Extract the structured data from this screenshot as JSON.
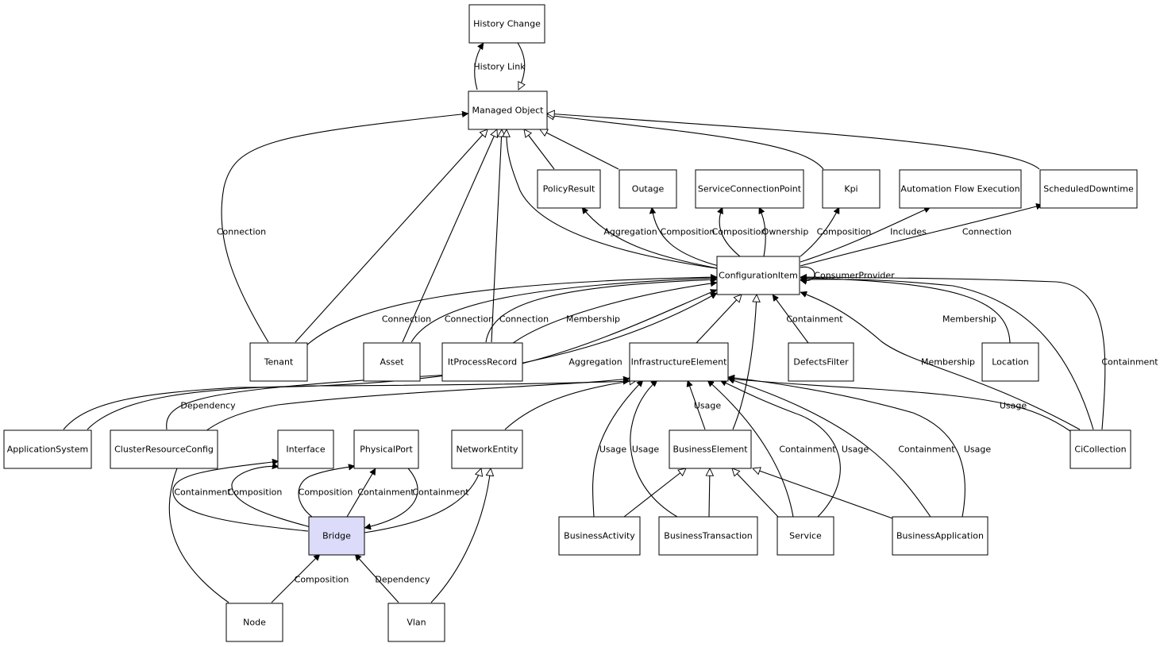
{
  "nodes": [
    {
      "id": "history_change",
      "label": "History Change"
    },
    {
      "id": "managed_object",
      "label": "Managed Object"
    },
    {
      "id": "policy_result",
      "label": "PolicyResult"
    },
    {
      "id": "outage",
      "label": "Outage"
    },
    {
      "id": "service_connection_point",
      "label": "ServiceConnectionPoint"
    },
    {
      "id": "kpi",
      "label": "Kpi"
    },
    {
      "id": "automation_flow_execution",
      "label": "Automation Flow Execution"
    },
    {
      "id": "scheduled_downtime",
      "label": "ScheduledDowntime"
    },
    {
      "id": "configuration_item",
      "label": "ConfigurationItem"
    },
    {
      "id": "tenant",
      "label": "Tenant"
    },
    {
      "id": "asset",
      "label": "Asset"
    },
    {
      "id": "it_process_record",
      "label": "ItProcessRecord"
    },
    {
      "id": "infrastructure_element",
      "label": "InfrastructureElement"
    },
    {
      "id": "defects_filter",
      "label": "DefectsFilter"
    },
    {
      "id": "location",
      "label": "Location"
    },
    {
      "id": "application_system",
      "label": "ApplicationSystem"
    },
    {
      "id": "cluster_resource_config",
      "label": "ClusterResourceConfig"
    },
    {
      "id": "interface",
      "label": "Interface"
    },
    {
      "id": "physical_port",
      "label": "PhysicalPort"
    },
    {
      "id": "network_entity",
      "label": "NetworkEntity"
    },
    {
      "id": "business_element",
      "label": "BusinessElement"
    },
    {
      "id": "ci_collection",
      "label": "CiCollection"
    },
    {
      "id": "bridge",
      "label": "Bridge",
      "selected": true
    },
    {
      "id": "business_activity",
      "label": "BusinessActivity"
    },
    {
      "id": "business_transaction",
      "label": "BusinessTransaction"
    },
    {
      "id": "service",
      "label": "Service"
    },
    {
      "id": "business_application",
      "label": "BusinessApplication"
    },
    {
      "id": "node",
      "label": "Node"
    },
    {
      "id": "vlan",
      "label": "Vlan"
    }
  ],
  "edges": [
    {
      "id": "e1",
      "from": "managed_object",
      "to": "history_change",
      "arrow": "filled",
      "label": "History Link"
    },
    {
      "id": "e2",
      "from": "history_change",
      "to": "managed_object",
      "arrow": "hollow",
      "label": ""
    },
    {
      "id": "e3",
      "from": "tenant",
      "to": "managed_object",
      "arrow": "filled",
      "label": "Connection"
    },
    {
      "id": "e4",
      "from": "tenant",
      "to": "managed_object",
      "arrow": "hollow",
      "label": ""
    },
    {
      "id": "e5",
      "from": "asset",
      "to": "managed_object",
      "arrow": "hollow",
      "label": ""
    },
    {
      "id": "e6",
      "from": "it_process_record",
      "to": "managed_object",
      "arrow": "hollow",
      "label": ""
    },
    {
      "id": "e7",
      "from": "configuration_item",
      "to": "managed_object",
      "arrow": "hollow",
      "label": ""
    },
    {
      "id": "e8",
      "from": "policy_result",
      "to": "managed_object",
      "arrow": "hollow",
      "label": ""
    },
    {
      "id": "e9",
      "from": "outage",
      "to": "managed_object",
      "arrow": "hollow",
      "label": ""
    },
    {
      "id": "e10",
      "from": "kpi",
      "to": "managed_object",
      "arrow": "hollow",
      "label": ""
    },
    {
      "id": "e11",
      "from": "scheduled_downtime",
      "to": "managed_object",
      "arrow": "hollow",
      "label": ""
    },
    {
      "id": "e12",
      "from": "configuration_item",
      "to": "policy_result",
      "arrow": "filled",
      "label": "Aggregation"
    },
    {
      "id": "e13",
      "from": "configuration_item",
      "to": "outage",
      "arrow": "filled",
      "label": "Composition"
    },
    {
      "id": "e14",
      "from": "configuration_item",
      "to": "service_connection_point",
      "arrow": "filled",
      "label": "Composition"
    },
    {
      "id": "e15",
      "from": "configuration_item",
      "to": "service_connection_point",
      "arrow": "filled",
      "label": "Ownership"
    },
    {
      "id": "e16",
      "from": "configuration_item",
      "to": "kpi",
      "arrow": "filled",
      "label": "Composition"
    },
    {
      "id": "e17",
      "from": "configuration_item",
      "to": "automation_flow_execution",
      "arrow": "filled",
      "label": "Includes"
    },
    {
      "id": "e18",
      "from": "configuration_item",
      "to": "scheduled_downtime",
      "arrow": "filled",
      "label": "Connection"
    },
    {
      "id": "e19",
      "from": "configuration_item",
      "to": "configuration_item",
      "arrow": "filled",
      "label": "ConsumerProvider"
    },
    {
      "id": "e20",
      "from": "tenant",
      "to": "configuration_item",
      "arrow": "filled",
      "label": "Connection"
    },
    {
      "id": "e21",
      "from": "asset",
      "to": "configuration_item",
      "arrow": "filled",
      "label": "Connection"
    },
    {
      "id": "e22",
      "from": "it_process_record",
      "to": "configuration_item",
      "arrow": "filled",
      "label": "Connection"
    },
    {
      "id": "e23",
      "from": "it_process_record",
      "to": "configuration_item",
      "arrow": "filled",
      "label": "Membership"
    },
    {
      "id": "e24",
      "from": "cluster_resource_config",
      "to": "configuration_item",
      "arrow": "filled",
      "label": "Aggregation"
    },
    {
      "id": "e25",
      "from": "infrastructure_element",
      "to": "configuration_item",
      "arrow": "hollow",
      "label": ""
    },
    {
      "id": "e26",
      "from": "business_element",
      "to": "configuration_item",
      "arrow": "hollow",
      "label": ""
    },
    {
      "id": "e27",
      "from": "defects_filter",
      "to": "configuration_item",
      "arrow": "filled",
      "label": "Containment"
    },
    {
      "id": "e28",
      "from": "location",
      "to": "configuration_item",
      "arrow": "filled",
      "label": "Membership"
    },
    {
      "id": "e29",
      "from": "ci_collection",
      "to": "configuration_item",
      "arrow": "filled",
      "label": "Membership"
    },
    {
      "id": "e30",
      "from": "ci_collection",
      "to": "configuration_item",
      "arrow": "filled",
      "label": "Containment"
    },
    {
      "id": "e31",
      "from": "ci_collection",
      "to": "configuration_item",
      "arrow": "filled",
      "label": ""
    },
    {
      "id": "e32",
      "from": "application_system",
      "to": "configuration_item",
      "arrow": "filled",
      "label": ""
    },
    {
      "id": "e33",
      "from": "application_system",
      "to": "infrastructure_element",
      "arrow": "filled",
      "label": "Dependency"
    },
    {
      "id": "e34",
      "from": "node",
      "to": "infrastructure_element",
      "arrow": "filled",
      "label": ""
    },
    {
      "id": "e35",
      "from": "network_entity",
      "to": "infrastructure_element",
      "arrow": "hollow",
      "label": ""
    },
    {
      "id": "e36",
      "from": "business_element",
      "to": "infrastructure_element",
      "arrow": "filled",
      "label": "Usage"
    },
    {
      "id": "e37",
      "from": "business_activity",
      "to": "infrastructure_element",
      "arrow": "filled",
      "label": "Usage"
    },
    {
      "id": "e38",
      "from": "business_transaction",
      "to": "infrastructure_element",
      "arrow": "filled",
      "label": "Usage"
    },
    {
      "id": "e39",
      "from": "service",
      "to": "infrastructure_element",
      "arrow": "filled",
      "label": "Containment"
    },
    {
      "id": "e40",
      "from": "service",
      "to": "infrastructure_element",
      "arrow": "filled",
      "label": "Usage"
    },
    {
      "id": "e41",
      "from": "business_application",
      "to": "infrastructure_element",
      "arrow": "filled",
      "label": "Containment"
    },
    {
      "id": "e42",
      "from": "business_application",
      "to": "infrastructure_element",
      "arrow": "filled",
      "label": "Usage"
    },
    {
      "id": "e43",
      "from": "ci_collection",
      "to": "infrastructure_element",
      "arrow": "filled",
      "label": "Usage"
    },
    {
      "id": "e44",
      "from": "business_activity",
      "to": "business_element",
      "arrow": "hollow",
      "label": ""
    },
    {
      "id": "e45",
      "from": "business_transaction",
      "to": "business_element",
      "arrow": "hollow",
      "label": ""
    },
    {
      "id": "e46",
      "from": "service",
      "to": "business_element",
      "arrow": "hollow",
      "label": ""
    },
    {
      "id": "e47",
      "from": "business_application",
      "to": "business_element",
      "arrow": "hollow",
      "label": ""
    },
    {
      "id": "e48",
      "from": "node",
      "to": "interface",
      "arrow": "filled",
      "label": "Containment"
    },
    {
      "id": "e49",
      "from": "bridge",
      "to": "interface",
      "arrow": "filled",
      "label": "Composition"
    },
    {
      "id": "e50",
      "from": "bridge",
      "to": "physical_port",
      "arrow": "filled",
      "label": "Composition"
    },
    {
      "id": "e51",
      "from": "bridge",
      "to": "physical_port",
      "arrow": "filled",
      "label": "Containment"
    },
    {
      "id": "e52",
      "from": "physical_port",
      "to": "bridge",
      "arrow": "filled",
      "label": "Containment"
    },
    {
      "id": "e53",
      "from": "bridge",
      "to": "network_entity",
      "arrow": "hollow",
      "label": ""
    },
    {
      "id": "e54",
      "from": "vlan",
      "to": "network_entity",
      "arrow": "hollow",
      "label": ""
    },
    {
      "id": "e55",
      "from": "node",
      "to": "bridge",
      "arrow": "filled",
      "label": "Composition"
    },
    {
      "id": "e56",
      "from": "vlan",
      "to": "bridge",
      "arrow": "filled",
      "label": "Dependency"
    }
  ]
}
